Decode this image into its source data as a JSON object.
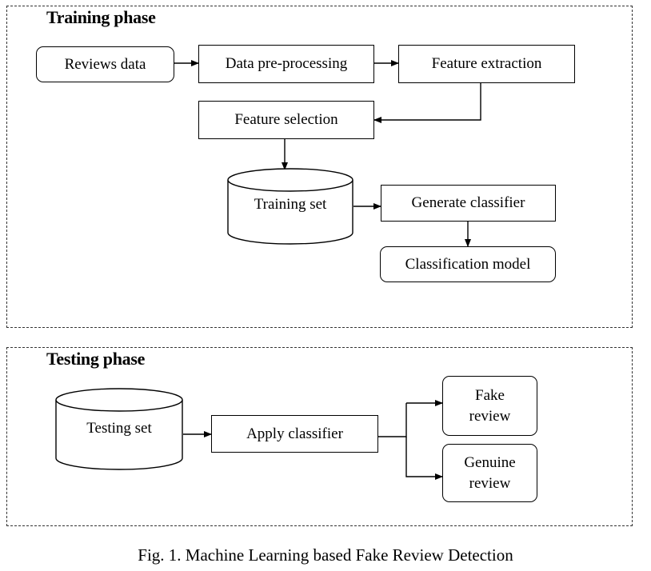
{
  "training": {
    "title": "Training phase",
    "reviews_data": "Reviews data",
    "preprocessing": "Data pre-processing",
    "feature_extraction": "Feature extraction",
    "feature_selection": "Feature selection",
    "training_set": "Training set",
    "generate_classifier": "Generate classifier",
    "classification_model": "Classification model"
  },
  "testing": {
    "title": "Testing phase",
    "testing_set": "Testing set",
    "apply_classifier": "Apply classifier",
    "fake_review_1": "Fake",
    "fake_review_2": "review",
    "genuine_review_1": "Genuine",
    "genuine_review_2": "review"
  },
  "caption": "Fig. 1. Machine Learning based Fake Review Detection"
}
